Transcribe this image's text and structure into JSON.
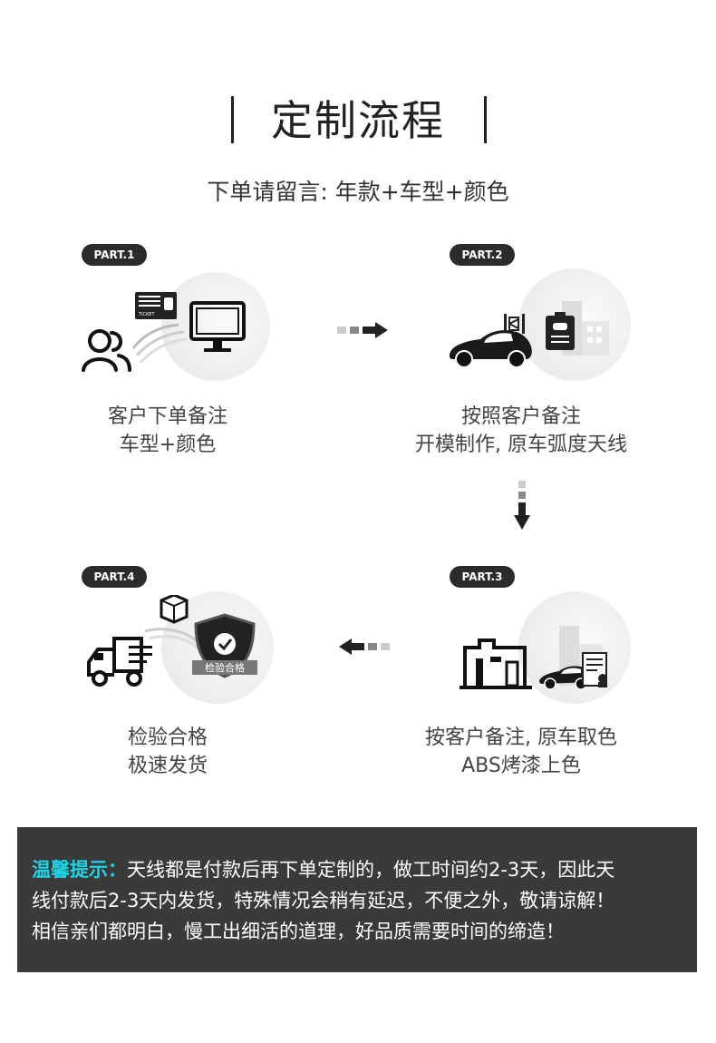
{
  "header": {
    "title": "定制流程",
    "subtitle": "下单请留言: 年款+车型+颜色"
  },
  "steps": [
    {
      "badge": "PART.1",
      "line1": "客户下单备注",
      "line2": "车型+颜色",
      "ticket_text": "TICKET"
    },
    {
      "badge": "PART.2",
      "line1": "按照客户备注",
      "line2": "开模制作, 原车弧度天线"
    },
    {
      "badge": "PART.3",
      "line1": "按客户备注, 原车取色",
      "line2": "ABS烤漆上色"
    },
    {
      "badge": "PART.4",
      "line1": "检验合格",
      "line2": "极速发货",
      "shield_text": "检验合格"
    }
  ],
  "notice": {
    "label": "温馨提示：",
    "line1": "天线都是付款后再下单定制的，做工时间约2-3天，因此天",
    "line2": "线付款后2-3天内发货，特殊情况会稍有延迟，不便之外，敬请谅解！",
    "line3": "相信亲们都明白，慢工出细活的道理，好品质需要时间的缔造！"
  },
  "colors": {
    "accent": "#1fd3e6",
    "dark": "#2b2b2b",
    "notice_bg": "#3a3a3a"
  }
}
